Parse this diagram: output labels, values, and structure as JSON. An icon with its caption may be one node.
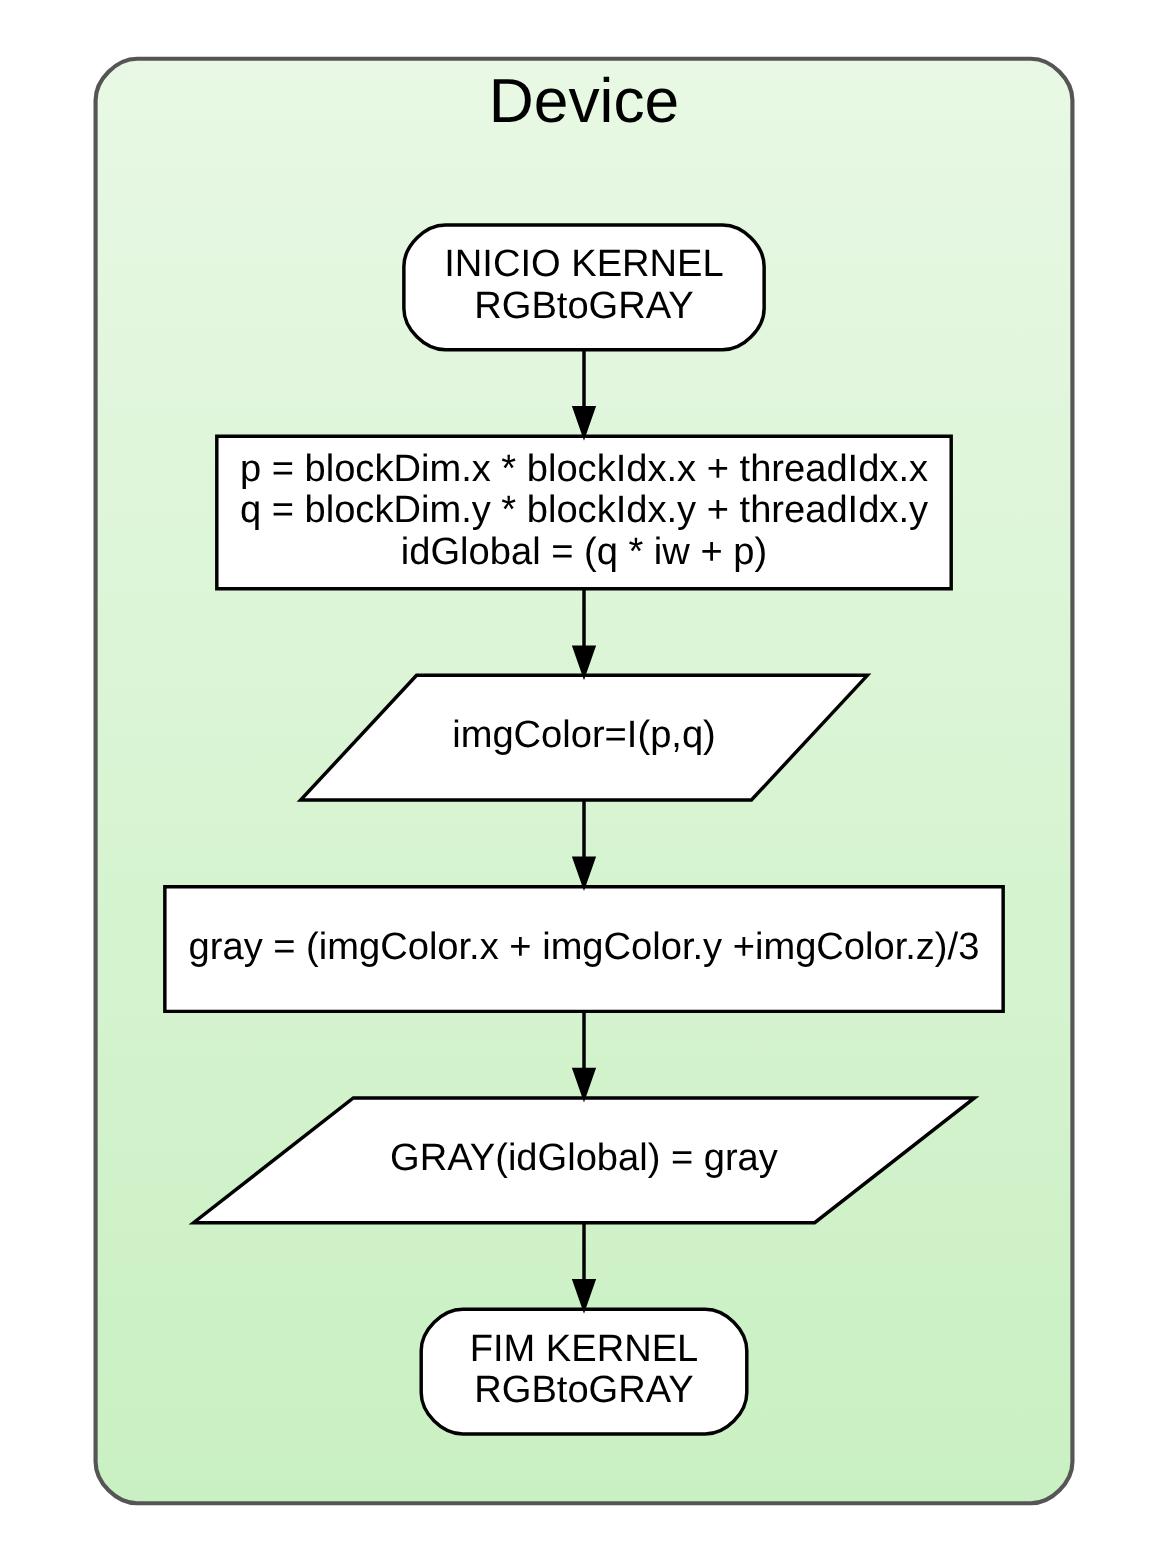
{
  "diagram": {
    "nodes": [
      {
        "text": [
          "Device"
        ]
      },
      {
        "text": [
          "INICIO KERNEL RGBtoGRAY"
        ],
        "in": 0
      },
      {
        "text": [
          "p = blockDim.x * blockIdx.x + threadIdx.x",
          "q = blockDim.y * blockIdx.y + threadIdx.y",
          "idGlobal = (q * iw + p)"
        ],
        "in": 0
      },
      {
        "text": [
          "imgColor=I(p,q)"
        ],
        "in": 0
      },
      {
        "text": [
          "gray = (imgColor.x + imgColor.y +imgColor.z)/3"
        ],
        "in": 0
      },
      {
        "text": [
          "GRAY(idGlobal) = gray"
        ],
        "in": 0
      },
      {
        "text": [
          "FIM KERNEL RGBtoGRAY"
        ],
        "in": 0
      }
    ],
    "edges": [
      {
        "from": 1,
        "to": 2,
        "arrow": "to"
      },
      {
        "from": 2,
        "to": 3,
        "arrow": "to"
      },
      {
        "from": 3,
        "to": 4,
        "arrow": "to"
      },
      {
        "from": 4,
        "to": 5,
        "arrow": "to"
      },
      {
        "from": 5,
        "to": 6,
        "arrow": "to"
      }
    ]
  }
}
